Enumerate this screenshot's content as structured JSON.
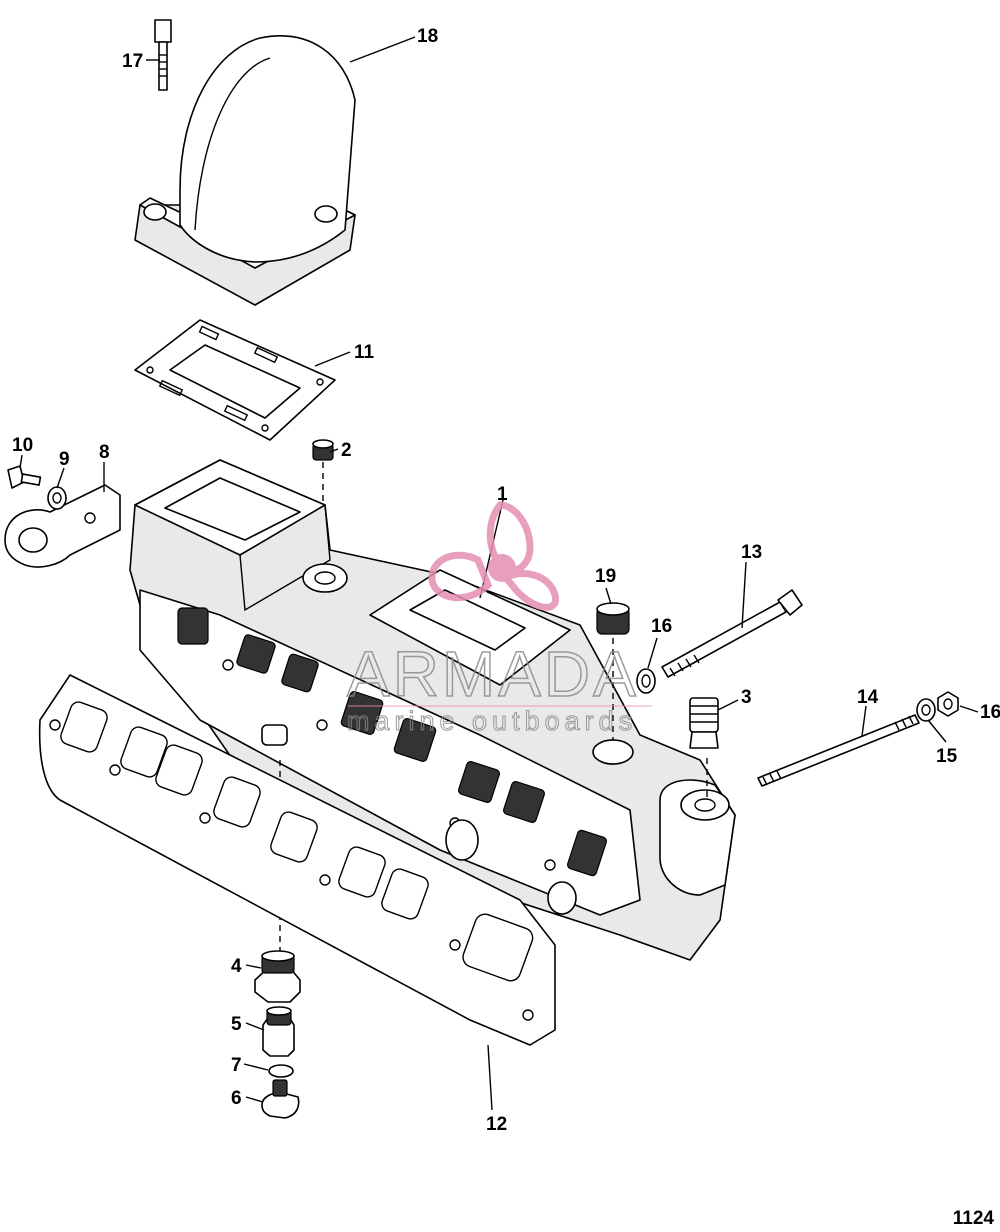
{
  "diagram": {
    "callouts": {
      "c1": "1",
      "c2": "2",
      "c3": "3",
      "c4": "4",
      "c5": "5",
      "c6": "6",
      "c7": "7",
      "c8": "8",
      "c9": "9",
      "c10": "10",
      "c11": "11",
      "c12": "12",
      "c13": "13",
      "c14": "14",
      "c15": "15",
      "c16a": "16",
      "c16b": "16",
      "c17": "17",
      "c18": "18",
      "c19": "19"
    },
    "figure_number": "1124"
  },
  "watermark": {
    "brand": "ARMADA",
    "tagline": "marine outboards",
    "color_primary": "#e58fb3",
    "color_text": "#8a8a8a"
  }
}
